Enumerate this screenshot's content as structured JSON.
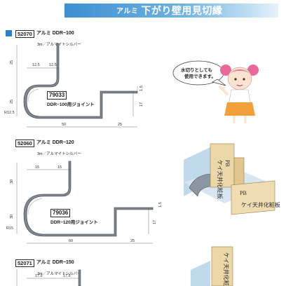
{
  "header": {
    "prefix": "アルミ",
    "title": "下がり壁用見切縁"
  },
  "products": [
    {
      "code": "52070",
      "name": "アルミ DDR−100",
      "spec": "3m／アルマイトシルバー",
      "joint_code": "79033",
      "joint_label": "DDR−100用ジョイント",
      "dims": [
        "12.5",
        "12.5",
        "25",
        "25",
        "R12.5",
        "50",
        "25",
        "1.5",
        "17"
      ]
    },
    {
      "code": "52060",
      "name": "アルミ DDR−120",
      "spec": "3m／アルマイトシルバー",
      "joint_code": "79036",
      "joint_label": "DDR−120用ジョイント",
      "dims": [
        "15",
        "15",
        "30",
        "30",
        "R15",
        "60",
        "25",
        "1.5",
        "17"
      ]
    },
    {
      "code": "52071",
      "name": "アルミ DDR−150",
      "spec": "3m／アルマイトシルバー",
      "dims": [
        "17.5",
        "17.5"
      ]
    }
  ],
  "mascot": {
    "speech": [
      "水切りとしても",
      "使用できます。"
    ]
  },
  "illustration": {
    "board_text_1": "PB",
    "board_text_2": "ケイ天井化粧板",
    "board_text_3": "ケイ天井化粧板",
    "board_text_4": "PB"
  },
  "colors": {
    "header_blue": "#3d8fd0",
    "marker_blue": "#2f7fc4",
    "profile_fill": "#7f878f",
    "accent_pink": "#e9699a",
    "accent_orange": "#f4a03a"
  }
}
